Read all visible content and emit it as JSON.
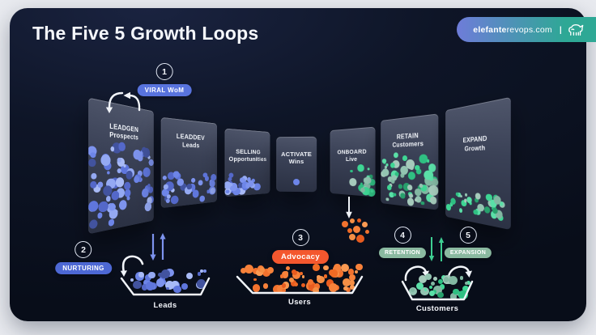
{
  "title": "The Five 5 Growth Loops",
  "brand": {
    "name_bold": "elefante",
    "name_rest": "revops.com",
    "separator": "|",
    "icon": "elephant"
  },
  "loops": [
    {
      "number": "1",
      "label": "VIRAL WoM"
    },
    {
      "number": "2",
      "label": "NURTURING"
    },
    {
      "number": "3",
      "label": "Advocacy"
    },
    {
      "number": "4",
      "label": "RETENTION"
    },
    {
      "number": "5",
      "label": "EXPANSION"
    }
  ],
  "panels": [
    {
      "title": "LEADGEN",
      "subtitle": "Prospects",
      "fill": "full",
      "palette": "blue"
    },
    {
      "title": "LEADDEV",
      "subtitle": "Leads",
      "fill": "low",
      "palette": "blue"
    },
    {
      "title": "SELLING",
      "subtitle": "Opportunities",
      "fill": "cluster-left",
      "palette": "blue"
    },
    {
      "title": "ACTIVATE",
      "subtitle": "Wins",
      "fill": "single",
      "palette": "blue"
    },
    {
      "title": "ONBOARD",
      "subtitle": "Live",
      "fill": "cluster-right",
      "palette": "green"
    },
    {
      "title": "RETAIN",
      "subtitle": "Customers",
      "fill": "high",
      "palette": "green"
    },
    {
      "title": "EXPAND",
      "subtitle": "Growth",
      "fill": "bottom",
      "palette": "green"
    }
  ],
  "baskets": [
    {
      "label": "Leads",
      "palette": "blue"
    },
    {
      "label": "Users",
      "palette": "orange"
    },
    {
      "label": "Customers",
      "palette": "green"
    }
  ],
  "colors": {
    "pill_viral": "#5873dd",
    "pill_nurturing": "#4d68d4",
    "pill_advocacy": "#f4572e",
    "pill_retention": "#8ab9a0",
    "pill_expansion": "#8ab9a0",
    "accent_blue": "#7d93ee",
    "accent_green": "#3ecf92",
    "arrow_white": "#f1f4f9",
    "badge_gradient_left": "#6e7cd9",
    "badge_gradient_right": "#2ea895",
    "palettes": {
      "blue": [
        "#94a9f3",
        "#6d85e8",
        "#5468c9",
        "#42539f",
        "#7d93ee",
        "#a8baf6",
        "#5f76dd"
      ],
      "green": [
        "#3ed694",
        "#2fbf82",
        "#82b7a2",
        "#a5cabb",
        "#27a06c",
        "#5adfa7",
        "#93c4b1"
      ],
      "orange": [
        "#f2722e",
        "#f58f45",
        "#e85c1f",
        "#fb9a52",
        "#ef6a24",
        "#f7813a"
      ]
    }
  }
}
